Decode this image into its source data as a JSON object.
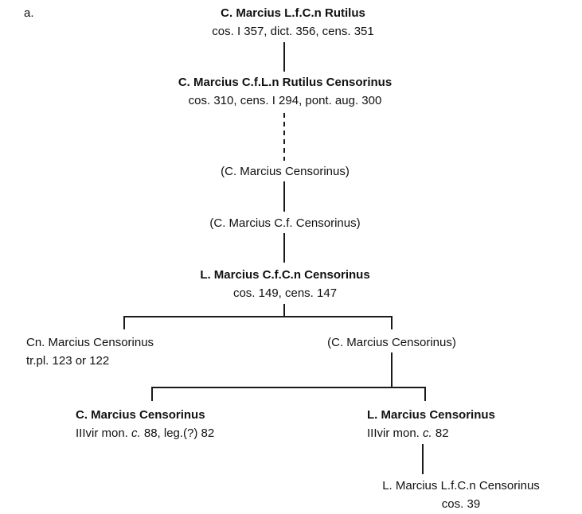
{
  "figure_label": "a.",
  "tree": {
    "rutilus": {
      "name": "C. Marcius L.f.C.n Rutilus",
      "offices": "cos. I 357, dict. 356, cens. 351"
    },
    "rutilus_censorinus": {
      "name": "C. Marcius C.f.L.n Rutilus Censorinus",
      "offices": "cos. 310, cens. I 294, pont. aug. 300"
    },
    "conjectural_1": {
      "name": "(C. Marcius Censorinus)"
    },
    "conjectural_2": {
      "name": "(C. Marcius C.f. Censorinus)"
    },
    "censorinus_cos_149": {
      "name": "L. Marcius C.f.C.n Censorinus",
      "offices": "cos. 149, cens. 147"
    },
    "cn_censorinus": {
      "name": "Cn. Marcius Censorinus",
      "offices": "tr.pl. 123 or 122"
    },
    "conjectural_3": {
      "name": "(C. Marcius Censorinus)"
    },
    "c_censorinus_moneyer": {
      "name": "C. Marcius Censorinus",
      "offices_pre": "IIIvir mon. ",
      "offices_it": "c.",
      "offices_post": " 88, leg.(?) 82"
    },
    "l_censorinus_moneyer": {
      "name": "L. Marcius Censorinus",
      "offices_pre": "IIIvir mon. ",
      "offices_it": "c.",
      "offices_post": " 82"
    },
    "censorinus_cos_39": {
      "name": "L. Marcius L.f.C.n Censorinus",
      "offices": "cos. 39"
    }
  },
  "colors": {
    "line": "#1a1a1a",
    "text": "#111111",
    "background": "#ffffff"
  }
}
